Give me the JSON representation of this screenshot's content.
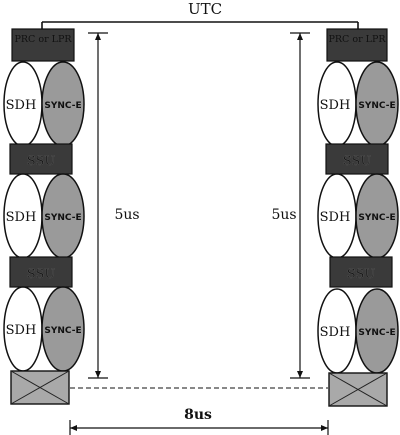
{
  "top_label": "UTC",
  "prc_label": "PRC or LPR",
  "sdh_label": "SDH",
  "synce_label": "SYNC-E",
  "ssu_label": "SSU",
  "left_span_label": "5us",
  "right_span_label": "5us",
  "bottom_span_label": "8us",
  "colors": {
    "box_dark": "#3a3a3a",
    "box_dark_text": "#2a2a2a",
    "synce_fill": "#9a9a9a",
    "sdh_fill": "#ffffff",
    "end_box_fill": "#a9a9a9",
    "stroke": "#111111"
  }
}
